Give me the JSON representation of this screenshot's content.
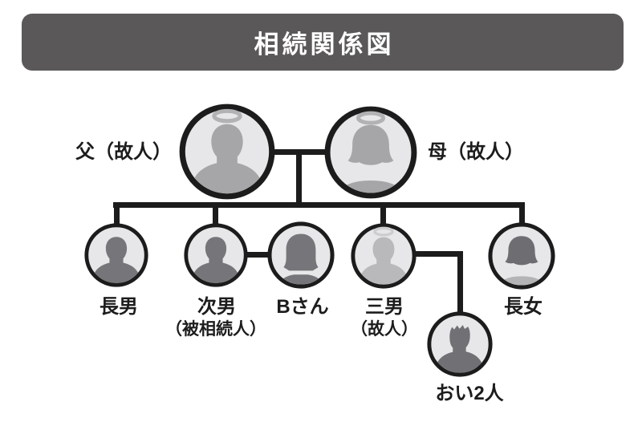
{
  "header": {
    "title": "相続関係図",
    "bg": "#5a5858",
    "fg": "#ffffff"
  },
  "colors": {
    "line": "#1c1c1c",
    "text": "#1c1c1c",
    "circle_fill": "#e7e7e9",
    "circle_border": "#1c1c1c"
  },
  "people": {
    "father": {
      "label": "父（故人）",
      "avatar": "male",
      "silhouette": "#a6a6a9",
      "halo": "#b2b2b5"
    },
    "mother": {
      "label": "母（故人）",
      "avatar": "female-bob",
      "silhouette": "#a6a6a9",
      "halo": "#b2b2b5"
    },
    "eldest_son": {
      "label": "長男",
      "avatar": "male",
      "silhouette": "#76767a"
    },
    "second_son": {
      "label": "次男",
      "sublabel": "（被相続人）",
      "avatar": "male",
      "silhouette": "#76767a"
    },
    "b_san": {
      "label": "Bさん",
      "avatar": "female-long",
      "silhouette": "#76767a"
    },
    "third_son": {
      "label": "三男",
      "sublabel": "（故人）",
      "avatar": "male",
      "silhouette": "#b9b9bc",
      "halo": "#cdcdd0"
    },
    "eldest_daughter": {
      "label": "長女",
      "avatar": "female-bob",
      "silhouette": "#6e6e72",
      "body": "#b4b4b7"
    },
    "nephews": {
      "label": "おい2人",
      "avatar": "male-spiky",
      "silhouette": "#717175"
    }
  }
}
